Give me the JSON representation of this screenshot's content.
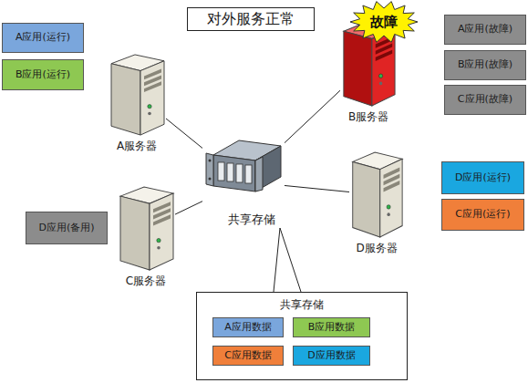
{
  "diagram": {
    "title": "对外服务正常",
    "nodes": [
      {
        "text": [
          "A应用(运行)"
        ]
      },
      {
        "text": [
          "B应用(运行)"
        ]
      },
      {
        "text": [
          "故障"
        ]
      },
      {
        "text": [
          "A应用(故障)"
        ]
      },
      {
        "text": [
          "B应用(故障)"
        ]
      },
      {
        "text": [
          "C应用(故障)"
        ]
      },
      {
        "text": [
          "A服务器"
        ]
      },
      {
        "text": [
          "B服务器"
        ]
      },
      {
        "text": [
          "共享存储"
        ]
      },
      {
        "text": [
          "D应用(运行)"
        ]
      },
      {
        "text": [
          "C应用(运行)"
        ]
      },
      {
        "text": [
          "D服务器"
        ]
      },
      {
        "text": [
          "D应用(备用)"
        ]
      },
      {
        "text": [
          "C服务器"
        ]
      },
      {
        "text": [
          "共享存储"
        ]
      },
      {
        "text": [
          "A应用数据"
        ],
        "in": 14
      },
      {
        "text": [
          "B应用数据"
        ],
        "in": 14
      },
      {
        "text": [
          "C应用数据"
        ],
        "in": 14
      },
      {
        "text": [
          "D应用数据"
        ],
        "in": 14
      }
    ],
    "edges": [
      {
        "from": 6,
        "to": 8,
        "arrow": "none"
      },
      {
        "from": 7,
        "to": 8,
        "arrow": "none"
      },
      {
        "from": 11,
        "to": 8,
        "arrow": "none"
      },
      {
        "from": 13,
        "to": 8,
        "arrow": "none"
      },
      {
        "from": 8,
        "to": 14,
        "arrow": "none"
      }
    ]
  }
}
